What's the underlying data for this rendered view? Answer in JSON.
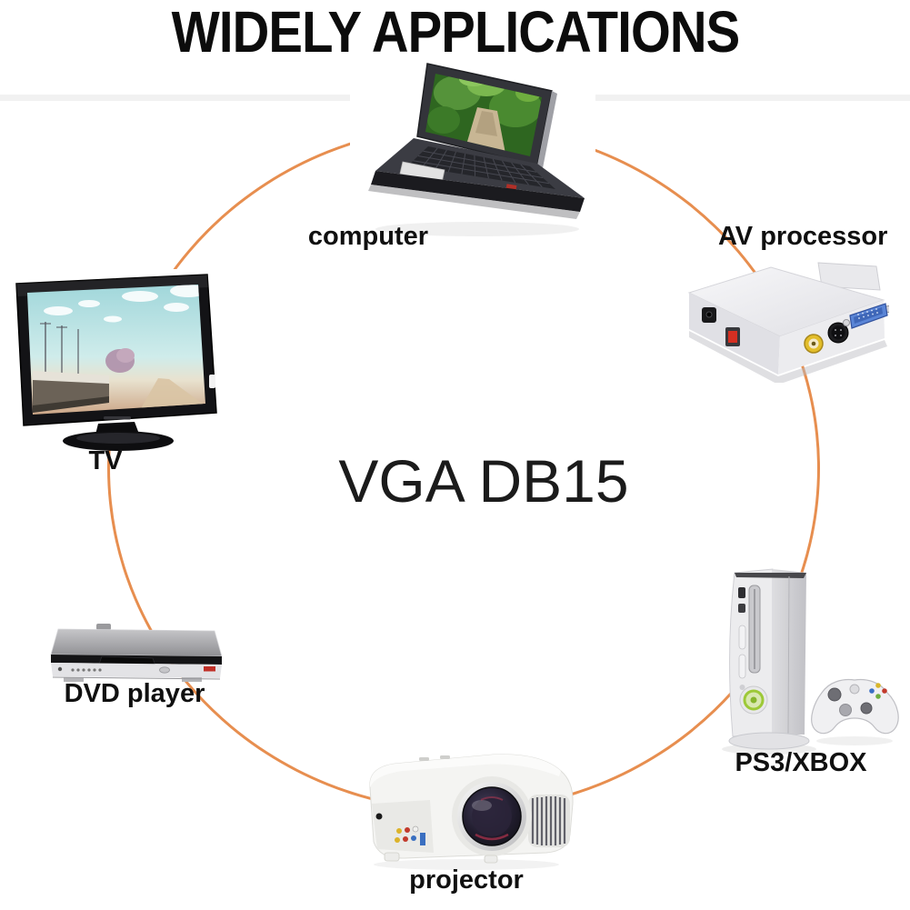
{
  "title": "WIDELY APPLICATIONS",
  "center_label": "VGA DB15",
  "circle": {
    "color": "#E78E4F"
  },
  "devices": {
    "computer": {
      "label": "computer"
    },
    "av_processor": {
      "label": "AV processor"
    },
    "tv": {
      "label": "TV"
    },
    "dvd_player": {
      "label": "DVD player"
    },
    "projector": {
      "label": "projector"
    },
    "game_console": {
      "label": "PS3/XBOX"
    }
  }
}
